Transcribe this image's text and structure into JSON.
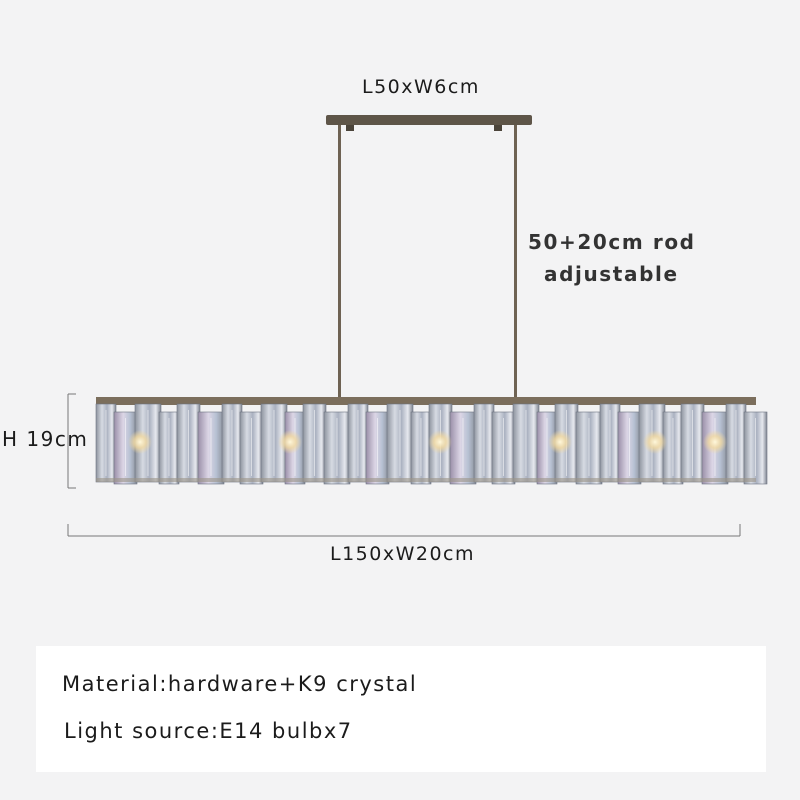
{
  "dimensions": {
    "canopy": "L50xW6cm",
    "rod_line1": "50+20cm rod",
    "rod_line2": "adjustable",
    "height": "H 19cm",
    "length": "L150xW20cm"
  },
  "specs": {
    "material": "Material:hardware+K9 crystal",
    "light_source": "Light source:E14 bulbx7"
  },
  "colors": {
    "background": "#f3f3f4",
    "metal": "#6e6253",
    "crystal": "#b9c0cc"
  }
}
